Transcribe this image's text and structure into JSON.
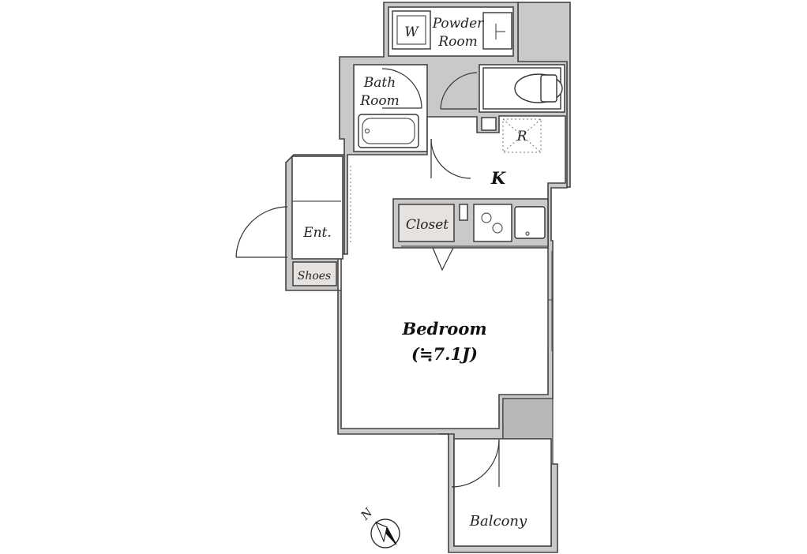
{
  "rooms": {
    "powder_room_line1": "Powder",
    "powder_room_line2": "Room",
    "washer_mark": "W",
    "bath_room_line1": "Bath",
    "bath_room_line2": "Room",
    "refrigerator_mark": "R",
    "kitchen": "K",
    "closet": "Closet",
    "entrance": "Ent.",
    "shoes": "Shoes",
    "bedroom": "Bedroom",
    "bedroom_size": "(≒7.1J)",
    "balcony": "Balcony"
  },
  "compass": {
    "north_mark": "N"
  },
  "colors": {
    "wall": "#c9c9c9",
    "line": "#444444",
    "closet_fill": "#e6e2df"
  }
}
